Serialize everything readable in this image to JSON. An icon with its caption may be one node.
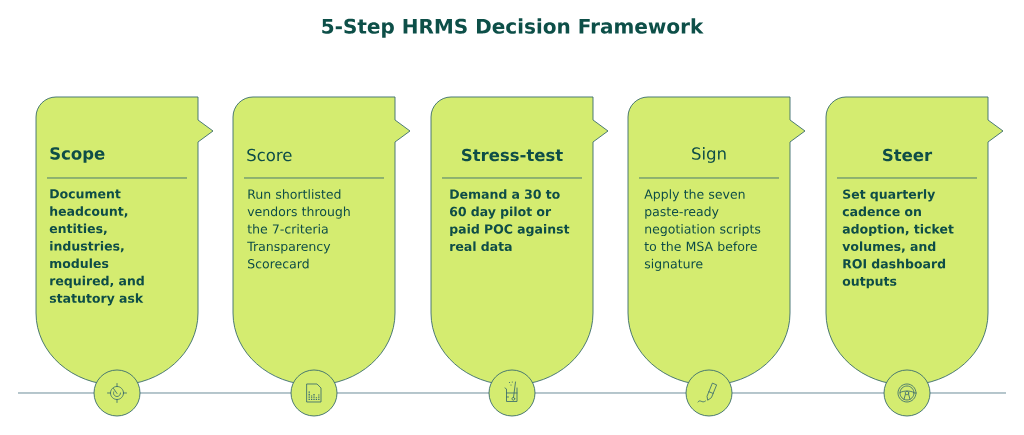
{
  "diagram": {
    "title": "5-Step HRMS Decision Framework",
    "nodes": [
      {
        "text": [
          "Scope",
          "Document headcount, entities, industries, modules required, and statutory ask"
        ]
      },
      {
        "text": [
          "Score",
          "Run shortlisted vendors through the 7-criteria Transparency Scorecard"
        ]
      },
      {
        "text": [
          "Stress-test",
          "Demand a 30 to 60 day pilot or paid POC against real data"
        ]
      },
      {
        "text": [
          "Sign",
          "Apply the seven paste-ready negotiation scripts to the MSA before signature"
        ]
      },
      {
        "text": [
          "Steer",
          "Set quarterly cadence on adoption, ticket volumes, and ROI dashboard outputs"
        ]
      }
    ]
  }
}
